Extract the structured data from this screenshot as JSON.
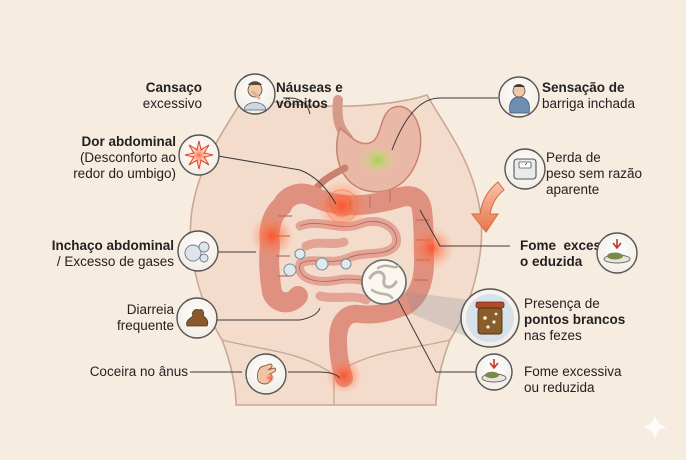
{
  "colors": {
    "background": "#f6ecdf",
    "body_fill": "#f3d6c8",
    "intestine": "#e89a8f",
    "inflammation": "#ff5a2a",
    "leader_line": "#3a3a3a"
  },
  "labels": {
    "tiredness": {
      "line1": "Cansaço",
      "line2": "excessivo",
      "icon": "tired-person-icon"
    },
    "nausea": {
      "line1": "Náuseas e",
      "line2": "vômitos",
      "icon": "nauseous-person-icon"
    },
    "bloated": {
      "line1": "Sensação de",
      "line2": "barriga inchada",
      "icon": "bloated-person-icon"
    },
    "abdominal_pain": {
      "line1": "Dor abdominal",
      "line2": "(Desconforto ao",
      "line3": "redor do umbigo)",
      "icon": "pain-burst-icon"
    },
    "weight_loss": {
      "line1": "Perda de",
      "line2": "peso sem razão",
      "line3": "aparente",
      "icon": "scale-icon"
    },
    "abdominal_swelling": {
      "line1": "Inchaço abdominal",
      "line2": "/ Excesso de gases",
      "icon": "gas-bubbles-icon"
    },
    "hunger_top": {
      "line1": "Fome  exces",
      "line2": "o eduzida",
      "icon": "food-plate-icon"
    },
    "diarrhea": {
      "line1": "Diarreia",
      "line2": "frequente",
      "icon": "stool-icon"
    },
    "white_spots": {
      "line1": "Presença de",
      "line2": "pontos brancos",
      "line3": "nas fezes",
      "icon": "stool-sample-jar-icon"
    },
    "itching": {
      "line1": "Coceira no ânus",
      "icon": "scratching-hand-icon"
    },
    "hunger_bottom": {
      "line1": "Fome excessiva",
      "line2": "ou reduzida",
      "icon": "food-plate-icon"
    }
  }
}
